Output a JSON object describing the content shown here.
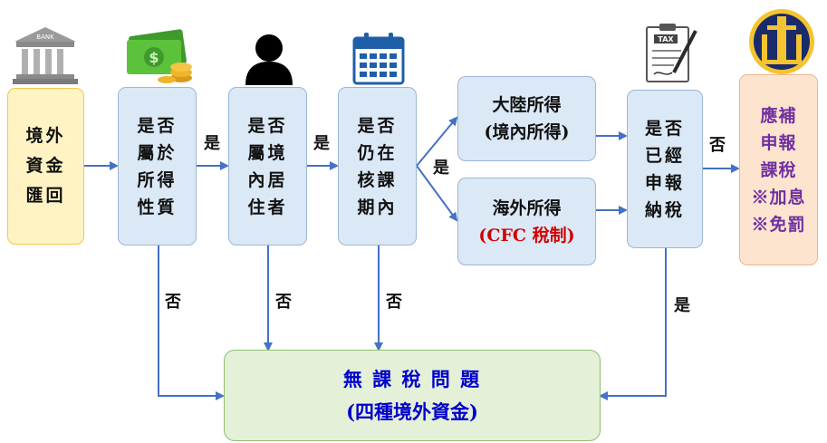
{
  "start": {
    "text": "境外\n資金\n匯回",
    "bank_label": "BANK"
  },
  "q1": {
    "text": "是否\n屬於\n所得\n性質"
  },
  "q2": {
    "text": "是否\n屬境\n內居\n住者"
  },
  "q3": {
    "text": "是否\n仍在\n核課\n期內"
  },
  "mainland": {
    "line1": "大陸所得",
    "line2": "(境內所得)"
  },
  "overseas": {
    "line1": "海外所得",
    "line2": "(CFC 稅制)"
  },
  "q4": {
    "text": "是否\n已經\n申報\n納稅"
  },
  "result": {
    "text": "應補\n申報\n課稅\n※加息\n※免罰"
  },
  "no_tax": {
    "line1": "無 課 稅 問 題",
    "line2": "(四種境外資金)"
  },
  "labels": {
    "yes": "是",
    "no": "否",
    "tax_icon": "TAX",
    "yes_q1": "是",
    "yes_q2": "是",
    "yes_q3": "是",
    "yes_q4": "是",
    "no_q1": "否",
    "no_q2": "否",
    "no_q3": "否",
    "no_q4": "否"
  },
  "colors": {
    "box_fill": "#dbe8f6",
    "start_fill": "#fff3c4",
    "result_fill": "#fde4cf",
    "notax_fill": "#e4f0d8",
    "arrow": "#4472c4",
    "overseas_accent": "#d00000",
    "result_text": "#7030a0",
    "notax_text": "#0000cc"
  },
  "icons": [
    "bank-icon",
    "money-icon",
    "person-icon",
    "calendar-icon",
    "tax-form-icon",
    "tax-agency-logo-icon"
  ]
}
